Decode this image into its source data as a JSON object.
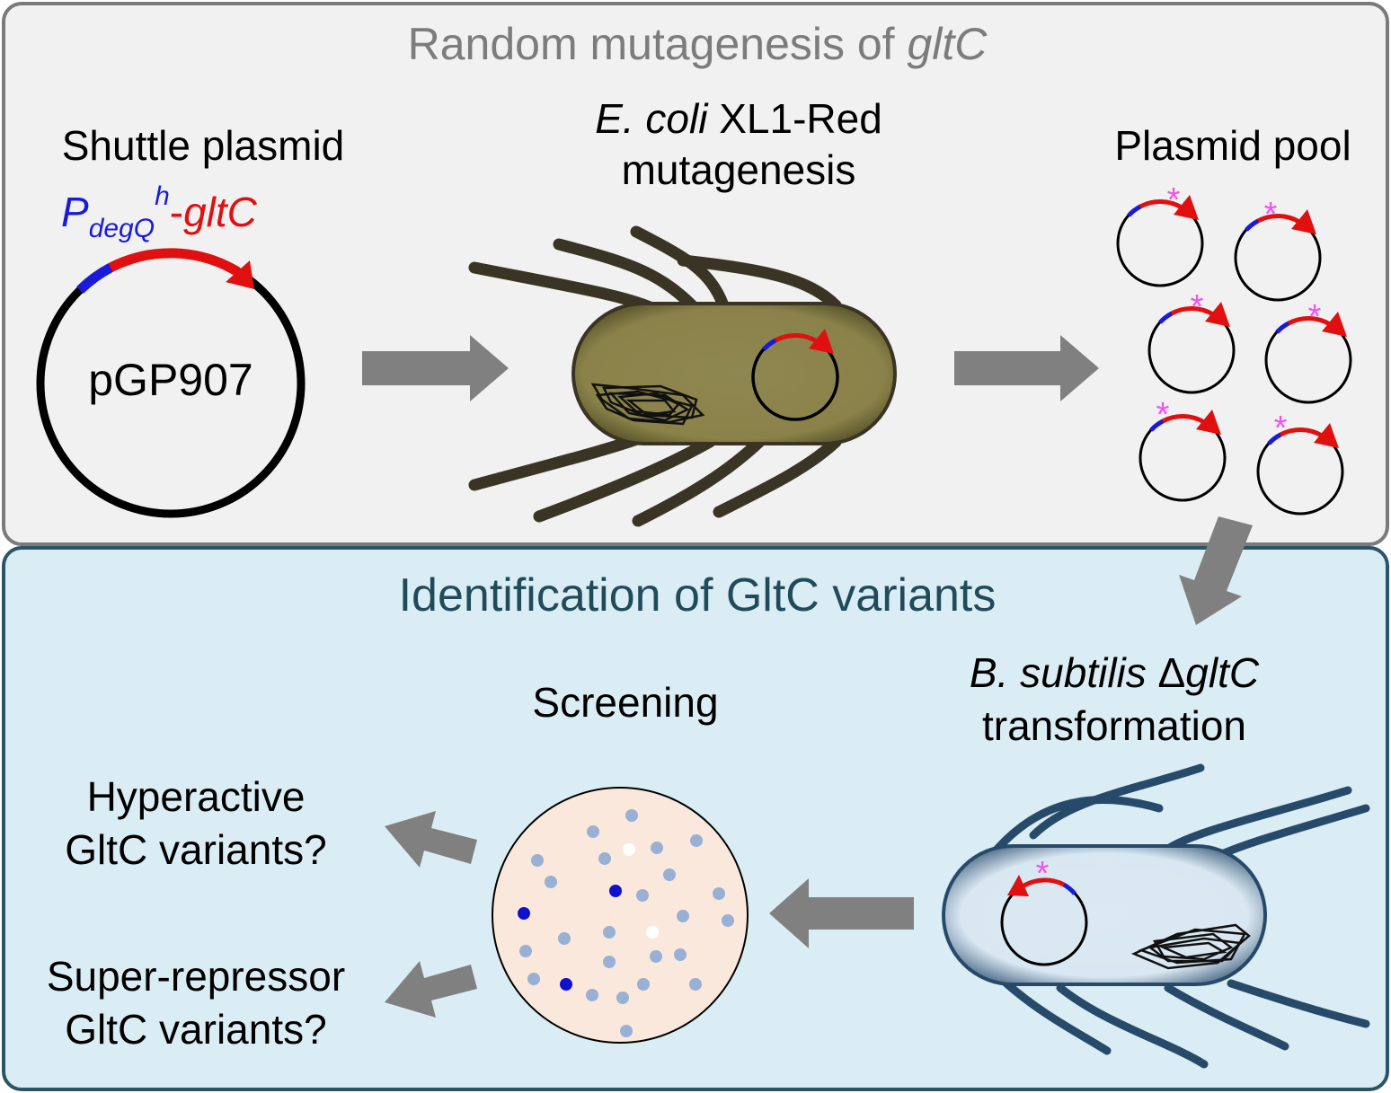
{
  "panels": {
    "top": {
      "title_main": "Random mutagenesis of ",
      "title_gene": "gltC"
    },
    "bottom": {
      "title": "Identification of GltC variants"
    }
  },
  "shuttle": {
    "label": "Shuttle plasmid",
    "promoter_P": "P",
    "promoter_sub": "degQ",
    "promoter_sup": "h",
    "hyphen": "-",
    "gene": "gltC",
    "plasmid_name": "pGP907"
  },
  "ecoli": {
    "species": "E. coli",
    "strain": " XL1-Red",
    "process": "mutagenesis"
  },
  "pool": {
    "label": "Plasmid pool",
    "mutation_marker": "*"
  },
  "bsub": {
    "species": "B. subtilis",
    "delta": " Δ",
    "gene": "gltC",
    "process": "transformation"
  },
  "screening": {
    "label": "Screening"
  },
  "outcomes": {
    "hyper_line1": "Hyperactive",
    "hyper_line2": "GltC variants?",
    "super_line1": "Super-repressor",
    "super_line2": "GltC variants?"
  },
  "colors": {
    "promoter": "#1a1adc",
    "gene": "#e01010",
    "mutation": "#ee55ee",
    "top_panel_bg": "#f1f1f1",
    "bottom_panel_bg": "#dbedf4",
    "bottom_title": "#1f4b5a",
    "arrow": "#808080"
  }
}
